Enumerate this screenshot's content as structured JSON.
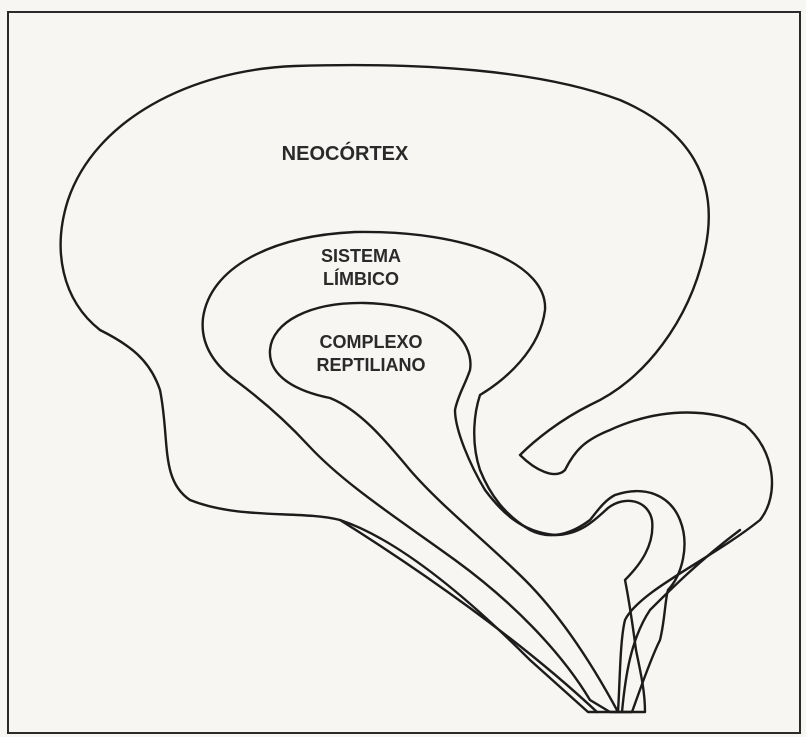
{
  "labels": {
    "neocortex": "NEOCÓRTEX",
    "limbic_line1": "SISTEMA",
    "limbic_line2": "LÍMBICO",
    "reptilian_line1": "COMPLEXO",
    "reptilian_line2": "REPTILIANO"
  },
  "colors": {
    "background": "#f7f6f3",
    "frame": "#2a2a2a",
    "outline": "#1c1c1c",
    "limbic_fill": "#b9b6ae",
    "reptilian_fill": "#dcdad4",
    "text": "#2a2a2a"
  }
}
